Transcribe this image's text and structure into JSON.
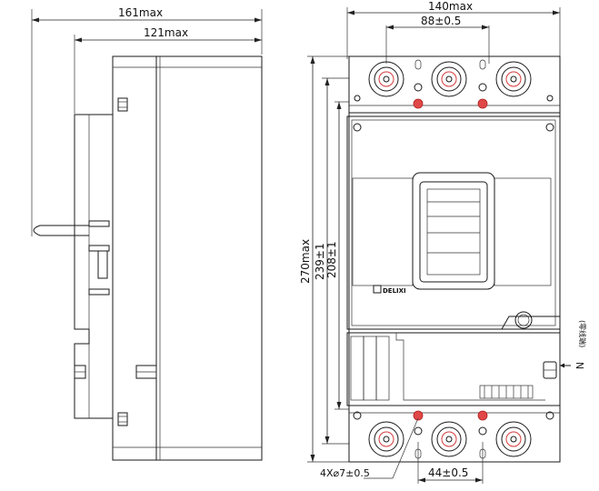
{
  "side_view": {
    "overall_depth": "161max",
    "body_depth": "121max"
  },
  "front_view": {
    "overall_width": "140max",
    "terminal_pitch": "88±0.5",
    "overall_height": "270max",
    "mounting_height": "239±1",
    "inner_height": "208±1",
    "mounting_holes": "4X⌀7±0.5",
    "mounting_spacing": "44±0.5",
    "neutral_label": "N",
    "neutral_note": "(零线端)",
    "nameplate": "DELIXI"
  },
  "colors": {
    "line": "#1a1a1a",
    "terminal_accent": "#d43a3a"
  }
}
